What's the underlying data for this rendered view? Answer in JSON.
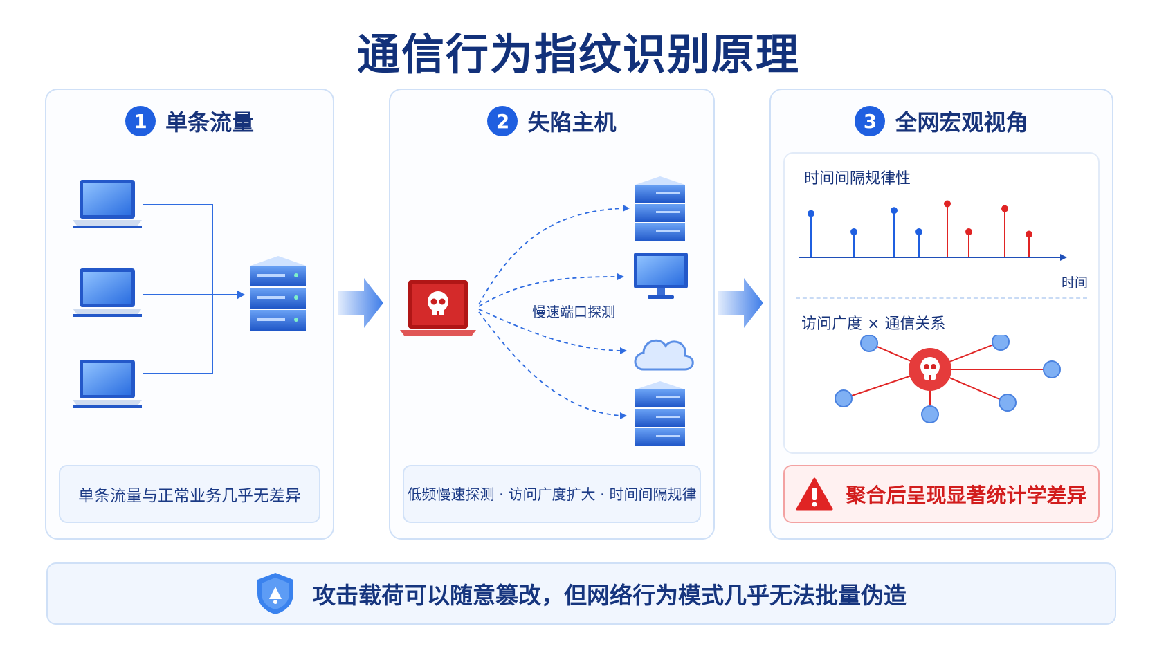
{
  "title": "通信行为指纹识别原理",
  "panels": [
    {
      "num": "1",
      "title": "单条流量",
      "caption": "单条流量与正常业务几乎无差异"
    },
    {
      "num": "2",
      "title": "失陷主机",
      "probe_label": "慢速端口探测",
      "caption": "低频慢速探测 · 访问广度扩大 · 时间间隔规律"
    },
    {
      "num": "3",
      "title": "全网宏观视角",
      "timing_title": "时间间隔规律性",
      "time_axis_label": "时间",
      "network_title": "访问广度 × 通信关系",
      "caption": "聚合后呈现显著统计学差异"
    }
  ],
  "footer": {
    "text": "攻击载荷可以随意篡改，但网络行为模式几乎无法批量伪造"
  },
  "colors": {
    "primary": "#1f5fe0",
    "danger": "#e02424",
    "panel_border": "#cfe0f7"
  },
  "icons": [
    "laptop-icon",
    "server-icon",
    "infected-laptop-icon",
    "skull-icon",
    "monitor-icon",
    "cloud-icon",
    "warning-icon",
    "shield-icon",
    "flow-arrow-icon"
  ],
  "chart_data": {
    "type": "stem",
    "title": "时间间隔规律性",
    "xlabel": "时间",
    "series": [
      {
        "values": [
          0.72,
          0.42,
          0.77,
          0.42
        ]
      },
      {
        "values": [
          0.88,
          0.42,
          0.8,
          0.38
        ]
      }
    ]
  }
}
